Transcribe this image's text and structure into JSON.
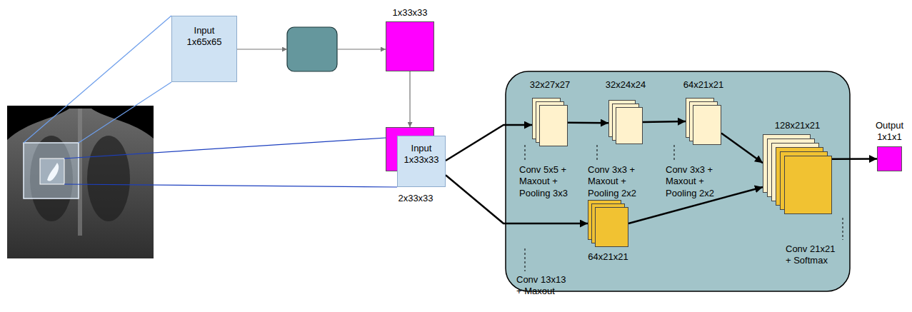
{
  "diagram": {
    "nodes": [
      {
        "text": [
          "Input 1x65x65"
        ]
      },
      {
        "text": [
          "1x33x33"
        ]
      },
      {
        "text": [
          "Input 1x33x33",
          "2x33x33"
        ]
      },
      {
        "text": [
          "32x27x27"
        ]
      },
      {
        "text": [
          "32x24x24"
        ]
      },
      {
        "text": [
          "64x21x21"
        ]
      },
      {
        "text": [
          "128x21x21"
        ]
      },
      {
        "text": [
          "64x21x21"
        ]
      },
      {
        "text": [
          "Output 1x1x1"
        ]
      }
    ],
    "edges": [
      {
        "from": 1,
        "to": 2,
        "arrow": "to"
      },
      {
        "from": 2,
        "to": 3,
        "arrow": "to"
      },
      {
        "from": 2,
        "to": 7,
        "arrow": "to"
      },
      {
        "from": 3,
        "to": 4,
        "arrow": "to"
      },
      {
        "from": 4,
        "to": 5,
        "arrow": "to"
      },
      {
        "from": 5,
        "to": 6,
        "arrow": "to"
      },
      {
        "from": 7,
        "to": 6,
        "arrow": "to"
      },
      {
        "from": 6,
        "to": 8,
        "arrow": "to"
      }
    ],
    "labels": [
      "Conv 5x5 + Maxout + Pooling 3x3",
      "Conv 3x3 + Maxout + Pooling 2x2",
      "Conv 3x3 + Maxout + Pooling 2x2",
      "Conv 21x21 + Softmax",
      "Conv 13x13 + Maxout"
    ]
  }
}
